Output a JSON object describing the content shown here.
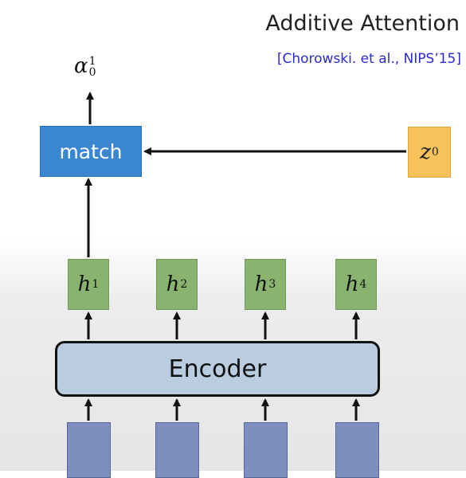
{
  "title": "Additive Attention",
  "citation": "[Chorowski. et al., NIPS’15]",
  "output": {
    "symbol": "α",
    "superscript": "1",
    "subscript": "0"
  },
  "match_label": "match",
  "z": {
    "symbol": "z",
    "superscript": "0"
  },
  "hidden": [
    {
      "symbol": "h",
      "superscript": "1"
    },
    {
      "symbol": "h",
      "superscript": "2"
    },
    {
      "symbol": "h",
      "superscript": "3"
    },
    {
      "symbol": "h",
      "superscript": "4"
    }
  ],
  "encoder_label": "Encoder",
  "colors": {
    "match": "#3a86d0",
    "z": "#f7c25a",
    "hidden": "#8ab36f",
    "encoder": "#b9cce0",
    "input": "#7e8fbf",
    "citation": "#2a2ad8"
  }
}
